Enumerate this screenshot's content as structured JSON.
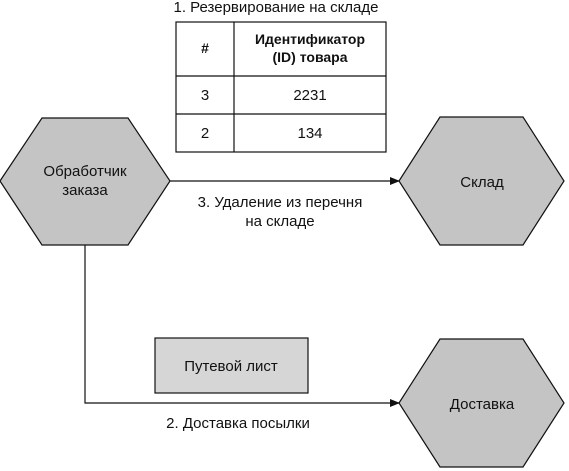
{
  "table": {
    "caption": "1. Резервирование на складе",
    "headers": [
      "#",
      "Идентификатор",
      "(ID) товара"
    ],
    "rows": [
      {
        "num": "3",
        "id": "2231"
      },
      {
        "num": "2",
        "id": "134"
      }
    ]
  },
  "nodes": {
    "order_handler": {
      "line1": "Обработчик",
      "line2": "заказа"
    },
    "warehouse": {
      "label": "Склад"
    },
    "delivery": {
      "label": "Доставка"
    }
  },
  "edges": {
    "remove_from_list": {
      "line1": "3. Удаление из перечня",
      "line2": "на складе"
    },
    "parcel_delivery": {
      "label": "2. Доставка посылки"
    }
  },
  "waybill": {
    "label": "Путевой лист"
  },
  "colors": {
    "node_fill": "#c4c4c4",
    "waybill_fill": "#d6d6d6",
    "stroke": "#111111"
  }
}
